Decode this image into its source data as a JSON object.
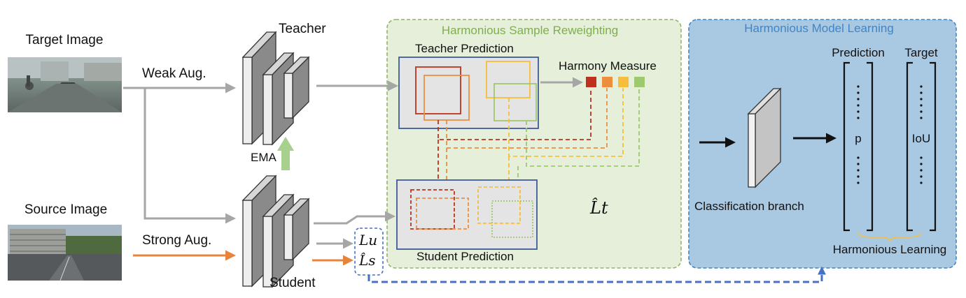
{
  "inputs": {
    "target_label": "Target Image",
    "source_label": "Source Image",
    "weak_aug": "Weak Aug.",
    "strong_aug": "Strong Aug."
  },
  "networks": {
    "teacher": "Teacher",
    "student": "Student",
    "ema": "EMA"
  },
  "sample_reweighting": {
    "title": "Harmonious Sample Reweighting",
    "teacher_prediction": "Teacher Prediction",
    "student_prediction": "Student Prediction",
    "harmony_measure": "Harmony Measure",
    "loss_t": "L̂t"
  },
  "losses": {
    "lu": "Lu",
    "ls": "L̂s"
  },
  "model_learning": {
    "title": "Harmonious Model Learning",
    "classification_branch": "Classification branch",
    "prediction": "Prediction",
    "target": "Target",
    "p": "p",
    "iou": "IoU",
    "harmonious_learning": "Harmonious Learning"
  },
  "colors": {
    "green_panel": "#e6efd9",
    "green_border": "#8cb865",
    "blue_panel": "#a9c8e2",
    "blue_border": "#3f86c8",
    "gray_arrow": "#a6a6a6",
    "orange_arrow": "#e8843a",
    "dark_red": "#c0301c",
    "orange": "#eb8f3f",
    "yellow": "#f6be3a",
    "light_green": "#9fc96e",
    "ema_green": "#a8d08d",
    "box_border": "#3d5a99"
  }
}
